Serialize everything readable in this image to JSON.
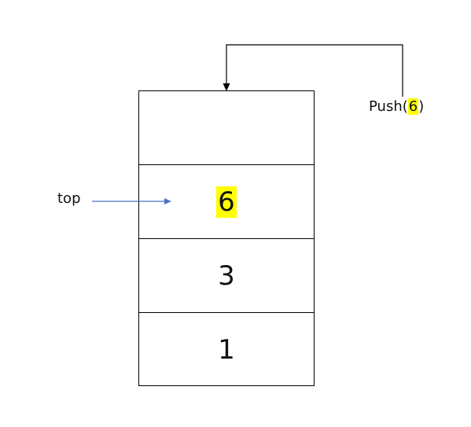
{
  "stack": {
    "cells": [
      {
        "value": "",
        "highlight": false
      },
      {
        "value": "6",
        "highlight": true
      },
      {
        "value": "3",
        "highlight": false
      },
      {
        "value": "1",
        "highlight": false
      }
    ]
  },
  "pointer": {
    "label": "top",
    "arrow_color": "#4a72c4"
  },
  "operation": {
    "prefix": "Push(",
    "argument": "6",
    "suffix": ")"
  },
  "highlight_color": "#ffff00"
}
